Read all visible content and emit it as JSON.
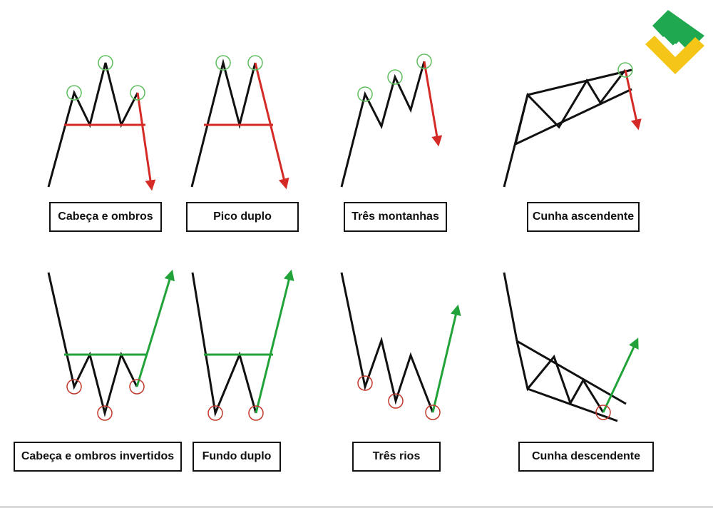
{
  "colors": {
    "line": "#111111",
    "bearish": "#d42b26",
    "bullish": "#22a33a",
    "marker_top": "#5fbf5f",
    "marker_bottom": "#c0392b",
    "logo_green": "#1fa84f",
    "logo_yellow": "#f5c518"
  },
  "logo": {
    "icon": "brand-logo-icon"
  },
  "patterns": [
    {
      "id": "head-shoulders",
      "label": "Cabeça e ombros"
    },
    {
      "id": "double-top",
      "label": "Pico duplo"
    },
    {
      "id": "triple-top",
      "label": "Três montanhas"
    },
    {
      "id": "rising-wedge",
      "label": "Cunha ascendente"
    },
    {
      "id": "inverse-head-shoulders",
      "label": "Cabeça e ombros invertidos"
    },
    {
      "id": "double-bottom",
      "label": "Fundo duplo"
    },
    {
      "id": "triple-bottom",
      "label": "Três rios"
    },
    {
      "id": "falling-wedge",
      "label": "Cunha descendente"
    }
  ]
}
